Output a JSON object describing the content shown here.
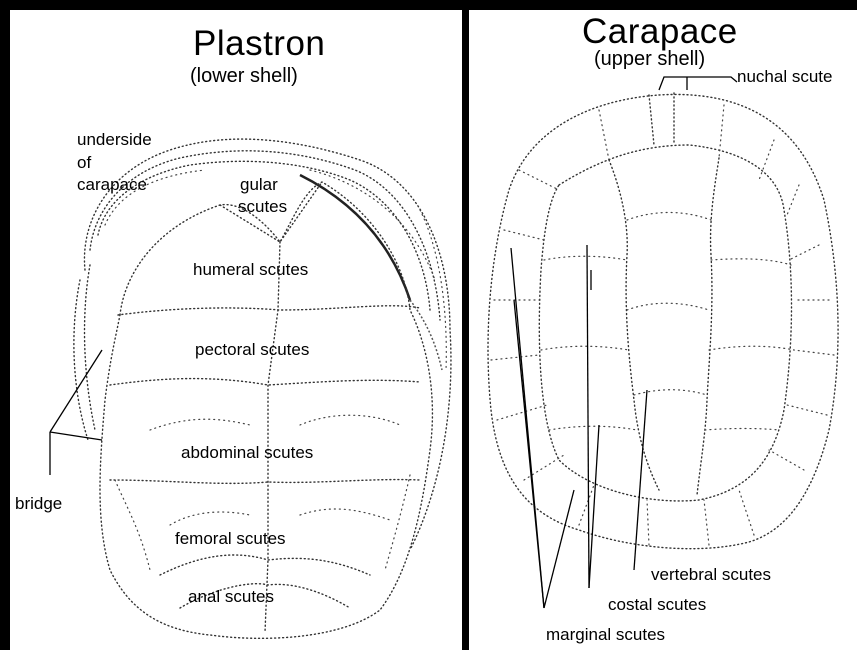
{
  "plastron": {
    "title": "Plastron",
    "subtitle": "(lower shell)",
    "labels": {
      "underside_line1": "underside",
      "underside_line2": "of",
      "underside_line3": "carapace",
      "gular_line1": "gular",
      "gular_line2": "scutes",
      "humeral": "humeral scutes",
      "pectoral": "pectoral scutes",
      "abdominal": "abdominal scutes",
      "femoral": "femoral scutes",
      "anal": "anal scutes",
      "bridge": "bridge"
    }
  },
  "carapace": {
    "title": "Carapace",
    "subtitle": "(upper shell)",
    "labels": {
      "nuchal": "nuchal scute",
      "vertebral": "vertebral scutes",
      "costal": "costal scutes",
      "marginal": "marginal scutes"
    }
  }
}
